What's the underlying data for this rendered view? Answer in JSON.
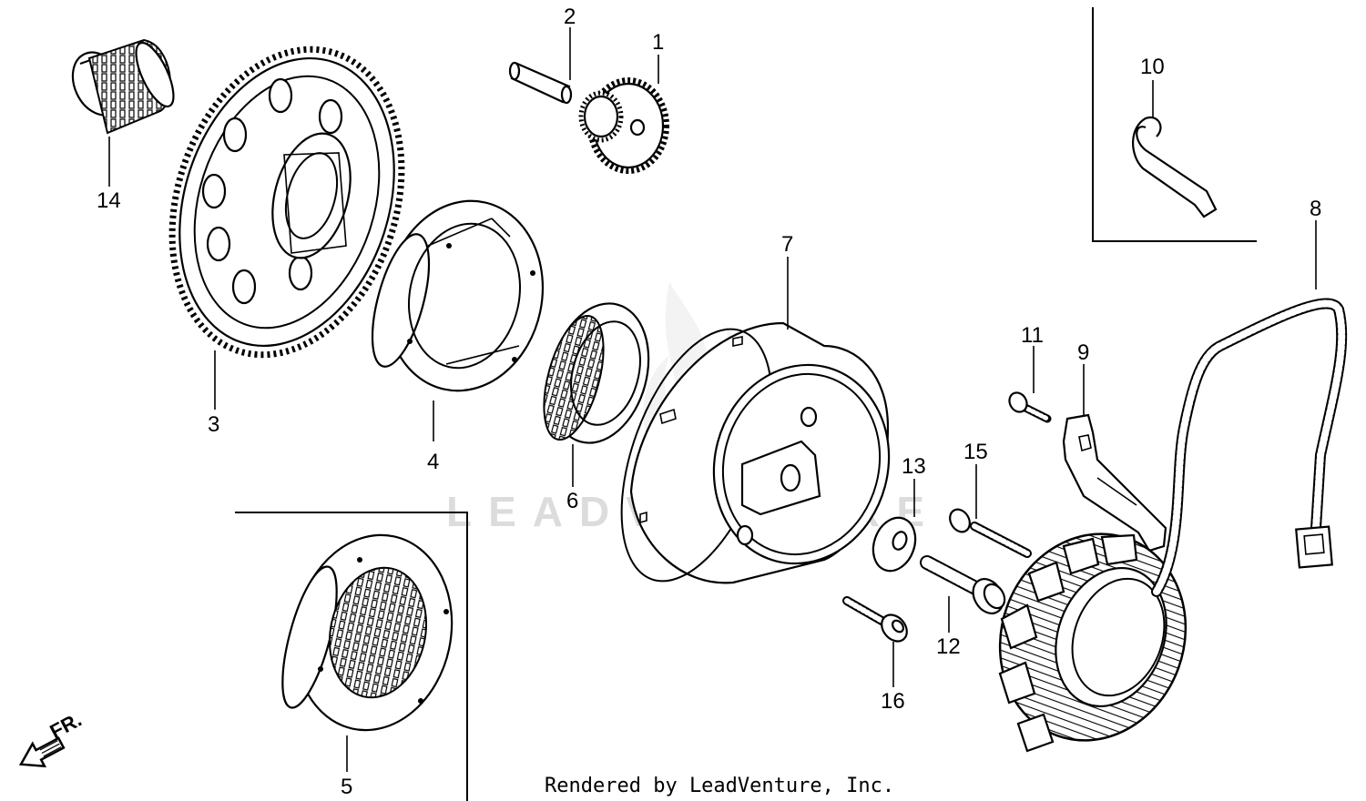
{
  "callouts": {
    "p1": "1",
    "p2": "2",
    "p3": "3",
    "p4": "4",
    "p5": "5",
    "p6": "6",
    "p7": "7",
    "p8": "8",
    "p9": "9",
    "p10": "10",
    "p11": "11",
    "p12": "12",
    "p13": "13",
    "p14": "14",
    "p15": "15",
    "p16": "16"
  },
  "watermark": "LEADVENTURE",
  "direction_label": "FR.",
  "footer": "Rendered by LeadVenture, Inc."
}
